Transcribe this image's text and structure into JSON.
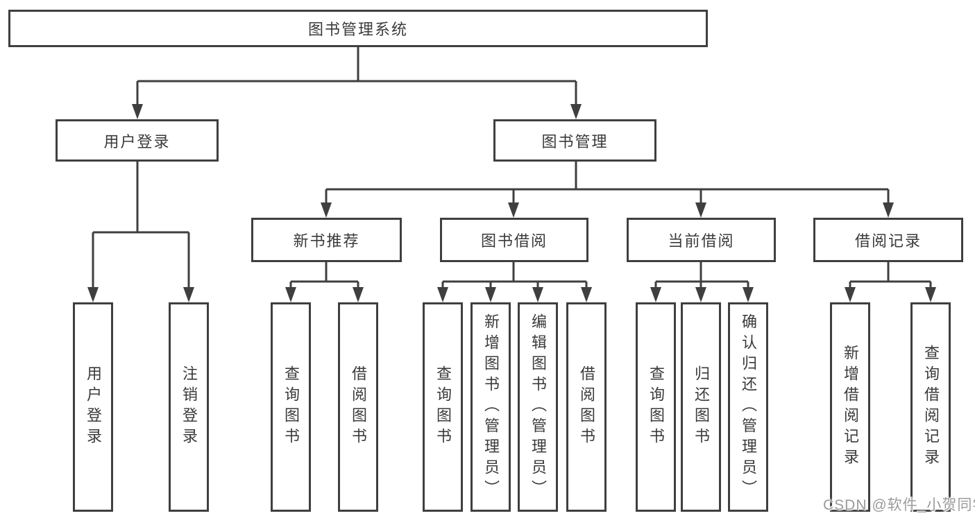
{
  "diagram": {
    "root": {
      "label": "图书管理系统"
    },
    "level2": [
      {
        "label": "用户登录"
      },
      {
        "label": "图书管理"
      }
    ],
    "level3": [
      {
        "label": "新书推荐"
      },
      {
        "label": "图书借阅"
      },
      {
        "label": "当前借阅"
      },
      {
        "label": "借阅记录"
      }
    ],
    "leaves": {
      "user_login": [
        "用户登录",
        "注销登录"
      ],
      "new_book": [
        "查询图书",
        "借阅图书"
      ],
      "borrow": [
        "查询图书",
        "新增图书（管理员）",
        "编辑图书（管理员）",
        "借阅图书"
      ],
      "current": [
        "查询图书",
        "归还图书",
        "确认归还（管理员）"
      ],
      "records": [
        "新增借阅记录",
        "查询借阅记录"
      ]
    }
  },
  "watermark": {
    "text": "CSDN @软件_小贺同学"
  },
  "colors": {
    "line": "#3f3f3f",
    "text": "#3a3a3a",
    "background": "#ffffff",
    "watermark": "#9b9b9b"
  }
}
